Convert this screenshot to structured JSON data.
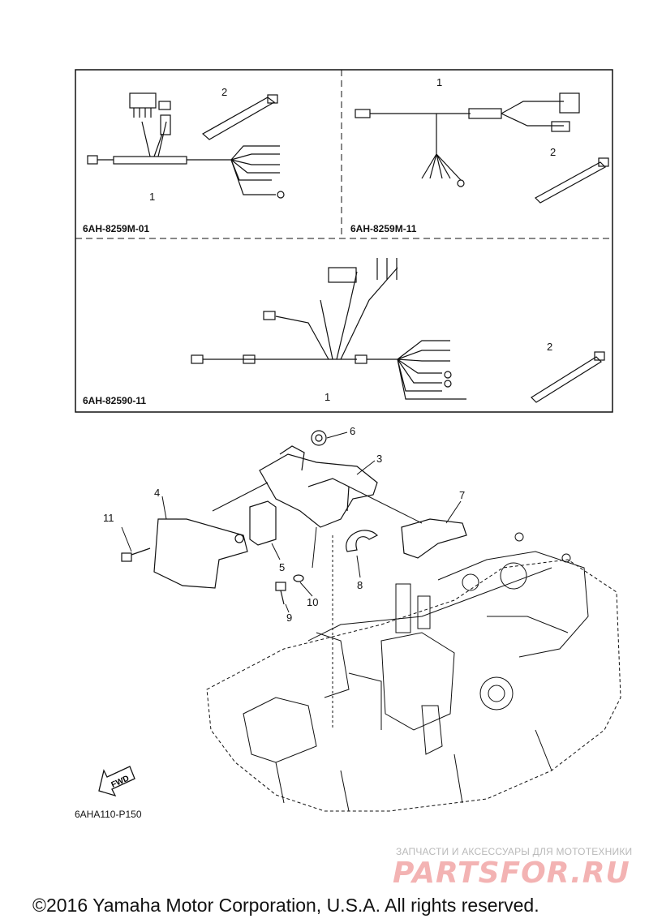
{
  "kits": [
    {
      "code": "6AH-8259M-01",
      "callouts": [
        "1",
        "2"
      ]
    },
    {
      "code": "6AH-8259M-11",
      "callouts": [
        "1",
        "2"
      ]
    },
    {
      "code": "6AH-82590-11",
      "callouts": [
        "1",
        "2"
      ]
    }
  ],
  "callouts": [
    "3",
    "4",
    "5",
    "6",
    "7",
    "8",
    "9",
    "10",
    "11"
  ],
  "fwd_label": "FWD",
  "reference_code": "6AHA110-P150",
  "watermark": {
    "tagline": "ЗАПЧАСТИ И АКСЕССУАРЫ ДЛЯ МОТОТЕХНИКИ",
    "logo": "PARTSFOR.RU"
  },
  "copyright": "©2016 Yamaha Motor Corporation, U.S.A. All rights reserved."
}
